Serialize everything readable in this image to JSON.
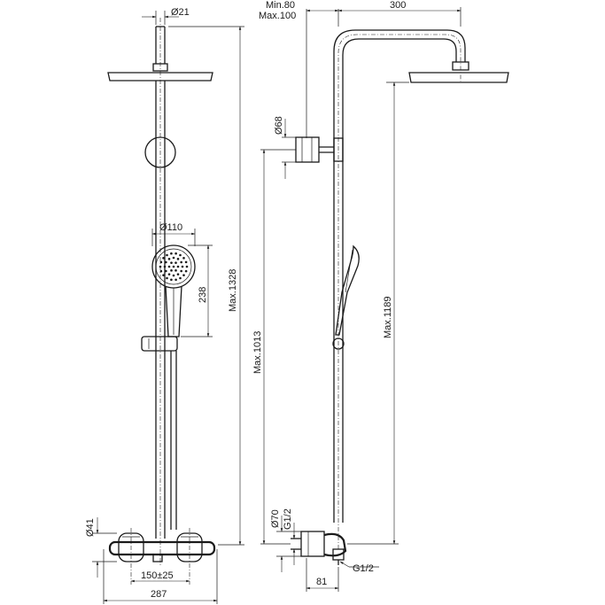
{
  "dimensions": {
    "pipe_diameter": "Ø21",
    "wall_distance_min": "Min.80",
    "wall_distance_max": "Max.100",
    "arm_reach": "300",
    "bracket_diameter": "Ø68",
    "hand_shower_diameter": "Ø110",
    "hand_shower_length": "238",
    "overall_height_max": "Max.1328",
    "height_1013": "Max.1013",
    "height_1189": "Max.1189",
    "valve_diameter": "Ø41",
    "inlet_diameter": "Ø70",
    "inlet_thread": "G1/2",
    "outlet_thread": "G1/2",
    "inlet_centres": "150±25",
    "valve_width": "287",
    "valve_depth": "81"
  }
}
